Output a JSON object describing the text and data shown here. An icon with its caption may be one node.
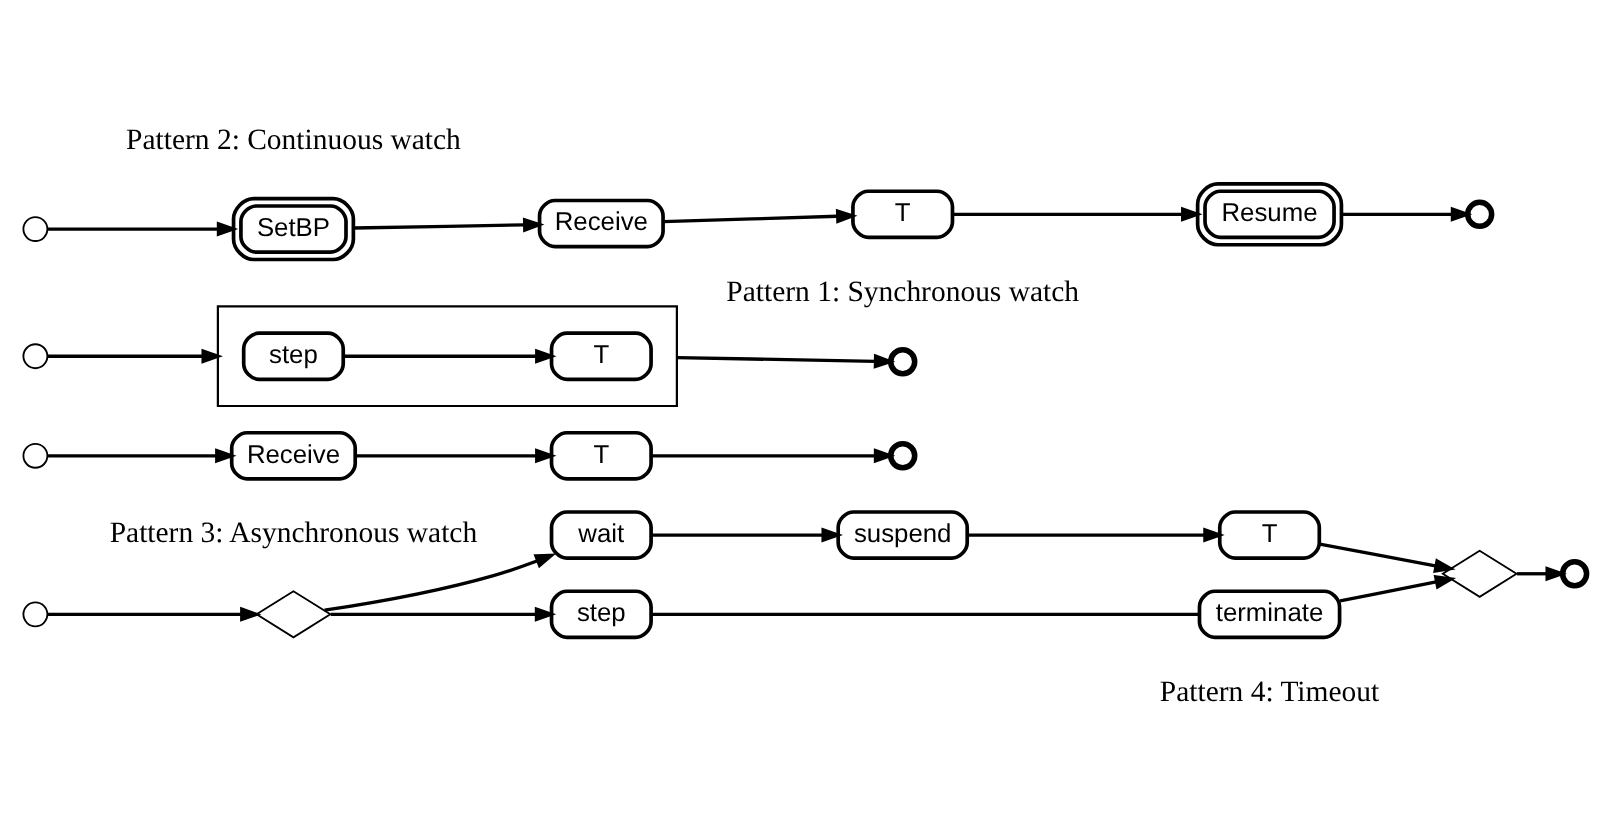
{
  "diagram": {
    "nodes": [
      {
        "text": [],
        "shape": "circle"
      },
      {
        "text": [
          "SetBP"
        ]
      },
      {
        "text": [
          "Receive"
        ]
      },
      {
        "text": [
          "T"
        ]
      },
      {
        "text": [
          "Resume"
        ]
      },
      {
        "text": [],
        "shape": "circle"
      },
      {
        "text": [],
        "shape": "circle"
      },
      {
        "text": [],
        "shape": "box"
      },
      {
        "text": [
          "step"
        ],
        "in": 7
      },
      {
        "text": [
          "T"
        ],
        "in": 7
      },
      {
        "text": [],
        "shape": "circle"
      },
      {
        "text": [],
        "shape": "circle"
      },
      {
        "text": [
          "Receive"
        ]
      },
      {
        "text": [
          "T"
        ]
      },
      {
        "text": [],
        "shape": "circle"
      },
      {
        "text": [],
        "shape": "circle"
      },
      {
        "text": [],
        "shape": "diamond"
      },
      {
        "text": [
          "step"
        ]
      },
      {
        "text": [
          "terminate"
        ]
      },
      {
        "text": [
          "wait"
        ]
      },
      {
        "text": [
          "suspend"
        ]
      },
      {
        "text": [
          "T"
        ]
      },
      {
        "text": [],
        "shape": "diamond"
      },
      {
        "text": [],
        "shape": "circle"
      }
    ],
    "edges": [
      {
        "from": 0,
        "to": 1,
        "arrow": "to"
      },
      {
        "from": 1,
        "to": 2,
        "arrow": "to"
      },
      {
        "from": 2,
        "to": 3,
        "arrow": "to"
      },
      {
        "from": 3,
        "to": 4,
        "arrow": "to"
      },
      {
        "from": 4,
        "to": 5,
        "arrow": "to"
      },
      {
        "from": 6,
        "to": 7,
        "arrow": "to"
      },
      {
        "from": 8,
        "to": 9,
        "arrow": "to"
      },
      {
        "from": 7,
        "to": 10,
        "arrow": "to"
      },
      {
        "from": 11,
        "to": 12,
        "arrow": "to"
      },
      {
        "from": 12,
        "to": 13,
        "arrow": "to"
      },
      {
        "from": 13,
        "to": 14,
        "arrow": "to"
      },
      {
        "from": 15,
        "to": 16,
        "arrow": "to"
      },
      {
        "from": 16,
        "to": 17,
        "arrow": "to"
      },
      {
        "from": 16,
        "to": 19,
        "arrow": "to"
      },
      {
        "from": 17,
        "to": 18,
        "arrow": "none"
      },
      {
        "from": 18,
        "to": 22,
        "arrow": "to"
      },
      {
        "from": 19,
        "to": 20,
        "arrow": "to"
      },
      {
        "from": 20,
        "to": 21,
        "arrow": "to"
      },
      {
        "from": 21,
        "to": 22,
        "arrow": "to"
      },
      {
        "from": 22,
        "to": 23,
        "arrow": "to"
      }
    ],
    "labels": [
      "Pattern 1: Synchronous watch",
      "Pattern 2: Continuous watch",
      "Pattern 3: Asynchronous watch",
      "Pattern 4: Timeout"
    ]
  }
}
